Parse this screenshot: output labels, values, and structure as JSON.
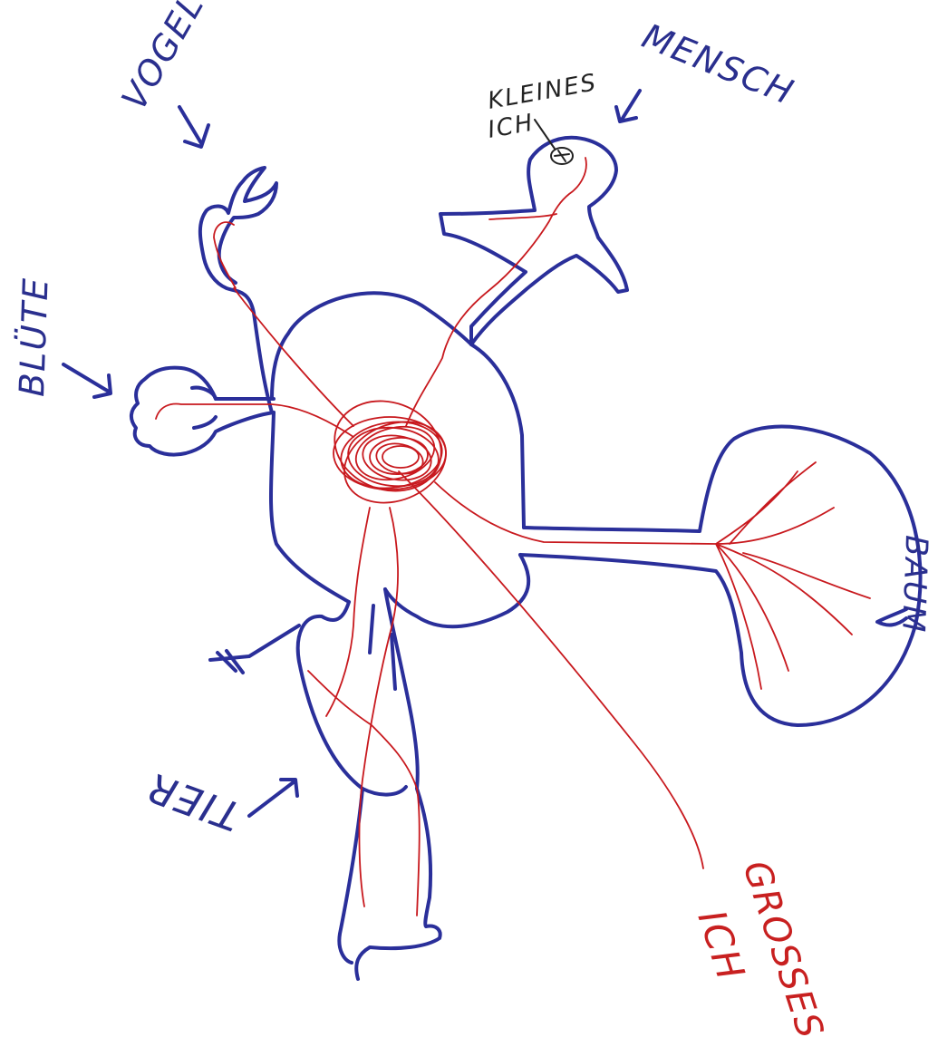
{
  "labels": {
    "vogel": "VOGEL",
    "mensch": "MENSCH",
    "kleines_ich_line1": "KLEINES",
    "kleines_ich_line2": "ICH",
    "bluete": "BLÜTE",
    "baum": "BAUM",
    "tier": "TIER",
    "grosses_ich_line1": "GROSSES",
    "grosses_ich_line2": "ICH"
  },
  "colors": {
    "outline": "#2a2f9a",
    "self_lines": "#c8191e",
    "background": "#ffffff"
  },
  "icons": {
    "arrow": "hand-drawn-arrow"
  }
}
